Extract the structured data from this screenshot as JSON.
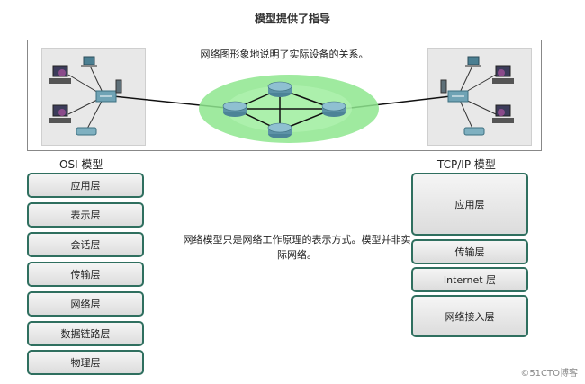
{
  "title": "模型提供了指导",
  "network": {
    "caption": "网络图形象地说明了实际设备的关系。"
  },
  "osi": {
    "title": "OSI 模型",
    "layers": [
      "应用层",
      "表示层",
      "会话层",
      "传输层",
      "网络层",
      "数据链路层",
      "物理层"
    ]
  },
  "tcpip": {
    "title": "TCP/IP 模型",
    "layers": [
      "应用层",
      "传输层",
      "Internet 层",
      "网络接入层"
    ]
  },
  "note": "网络模型只是网络工作原理的表示方式。模型并非实际网络。",
  "watermark": "©51CTO博客",
  "colors": {
    "layer_border": "#2f6f5f",
    "cloud": "#8ee68e",
    "router": "#6fa3b5",
    "link": "#111111"
  },
  "icons": [
    "pc-icon",
    "laptop-icon",
    "switch-icon",
    "phone-icon",
    "router-icon"
  ]
}
